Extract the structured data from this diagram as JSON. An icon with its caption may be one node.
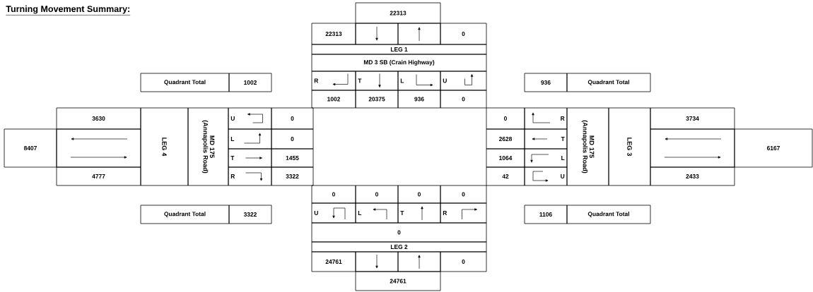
{
  "diagram": {
    "title": "Turning Movement Summary:",
    "labels": [
      "22313",
      "22313",
      "0",
      "LEG 1",
      "MD 3 SB (Crain Highway)",
      "Quadrant Total",
      "1002",
      "R",
      "T",
      "L",
      "U",
      "936",
      "Quadrant Total",
      "1002",
      "20375",
      "936",
      "0",
      "3630",
      "LEG 4",
      "MD 175 (Annapolis Road)",
      "U",
      "0",
      "0",
      "R",
      "MD 175 (Annapolis Road)",
      "LEG 3",
      "3734",
      "8407",
      "L",
      "0",
      "2628",
      "T",
      "6167",
      "T",
      "1455",
      "1064",
      "L",
      "4777",
      "R",
      "3322",
      "42",
      "U",
      "2433",
      "0",
      "0",
      "0",
      "0",
      "Quadrant Total",
      "3322",
      "U",
      "L",
      "T",
      "R",
      "1106",
      "Quadrant Total",
      "0",
      "LEG 2",
      "24761",
      "0",
      "24761"
    ]
  }
}
